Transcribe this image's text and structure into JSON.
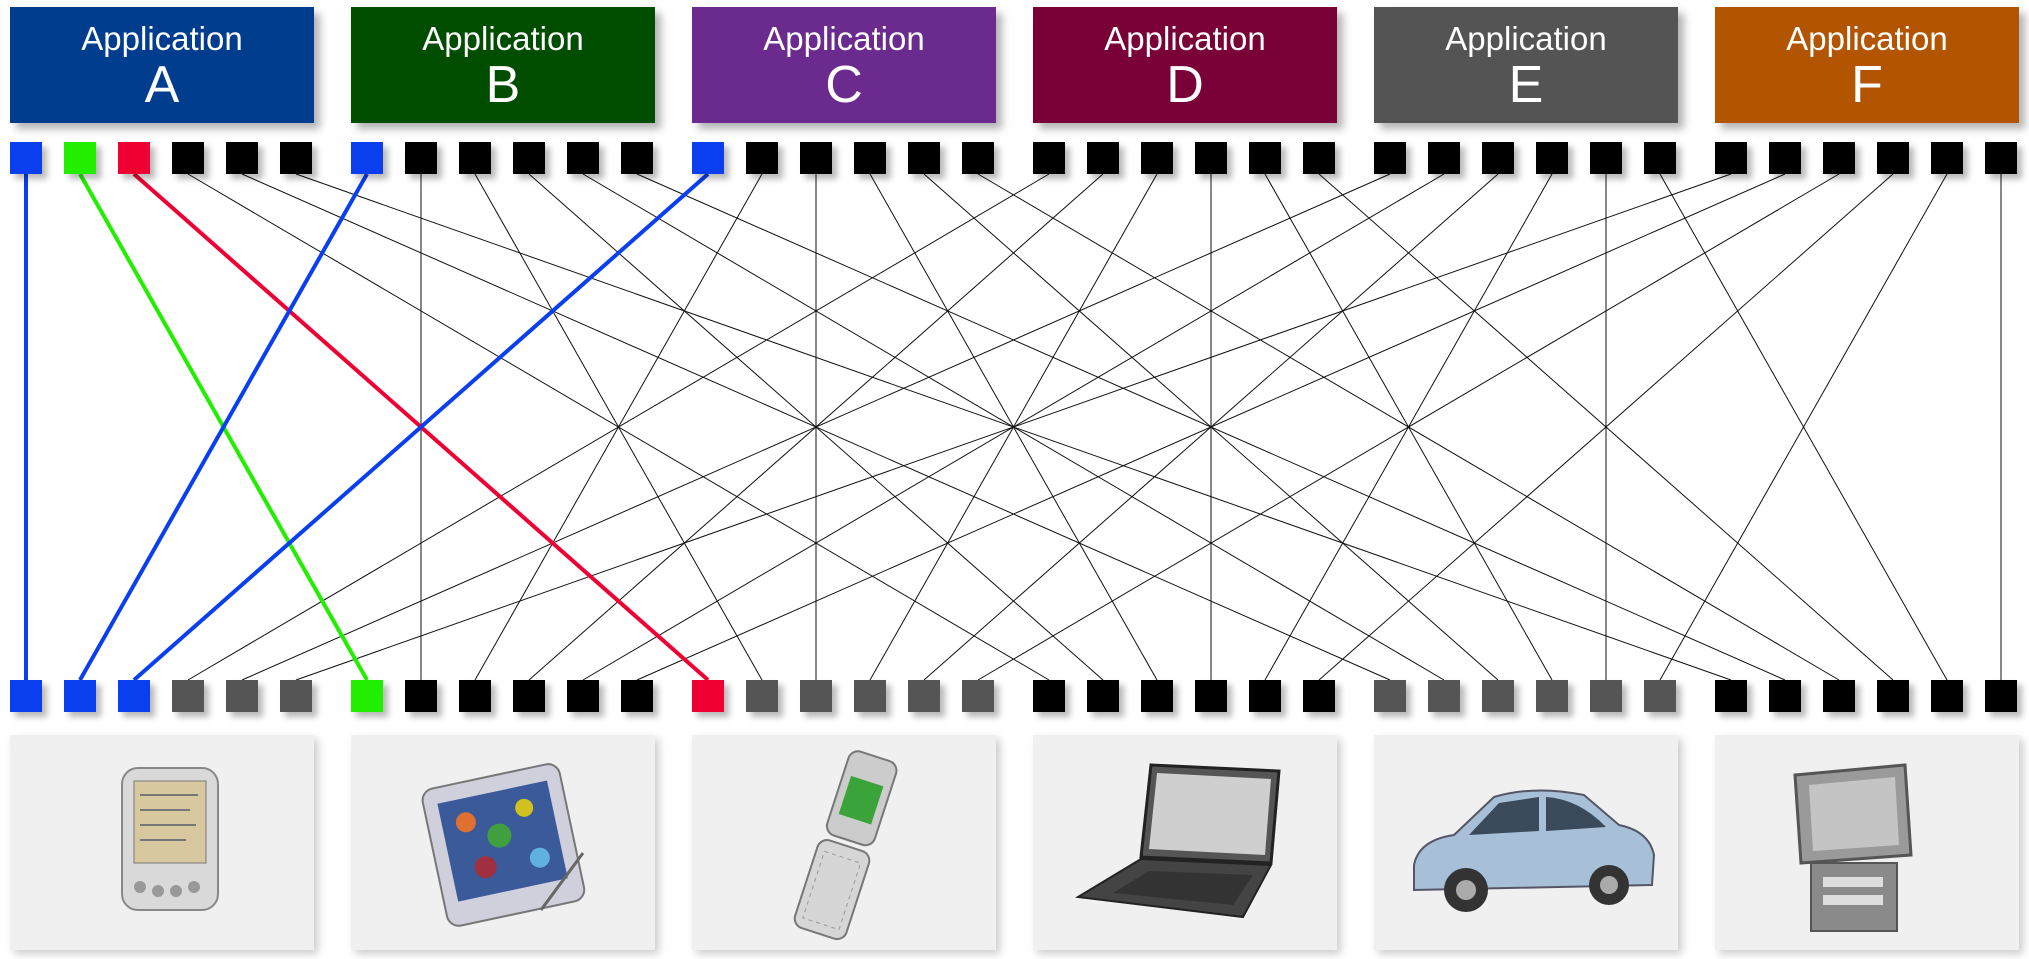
{
  "applications": [
    {
      "title": "Application",
      "letter": "A",
      "color": "#003d8f"
    },
    {
      "title": "Application",
      "letter": "B",
      "color": "#004d00"
    },
    {
      "title": "Application",
      "letter": "C",
      "color": "#6a2a8e"
    },
    {
      "title": "Application",
      "letter": "D",
      "color": "#7a0038"
    },
    {
      "title": "Application",
      "letter": "E",
      "color": "#545454"
    },
    {
      "title": "Application",
      "letter": "F",
      "color": "#b35400"
    }
  ],
  "devices": [
    {
      "icon": "pda-icon"
    },
    {
      "icon": "tablet-icon"
    },
    {
      "icon": "flip-phone-icon"
    },
    {
      "icon": "laptop-icon"
    },
    {
      "icon": "car-icon"
    },
    {
      "icon": "kiosk-icon"
    }
  ],
  "colors": {
    "blue": "#0a3ff0",
    "green": "#22ee00",
    "red": "#ee0033",
    "black": "#000000",
    "gray": "#555555",
    "line": "#111111"
  },
  "connections": {
    "highlighted": [
      {
        "from": "A1",
        "to": "A1",
        "color": "blue"
      },
      {
        "from": "A2",
        "to": "B1",
        "color": "green"
      },
      {
        "from": "A3",
        "to": "C1",
        "color": "red"
      },
      {
        "from": "B1",
        "to": "A2",
        "color": "blue"
      },
      {
        "from": "C1",
        "to": "A3",
        "color": "blue"
      }
    ]
  }
}
